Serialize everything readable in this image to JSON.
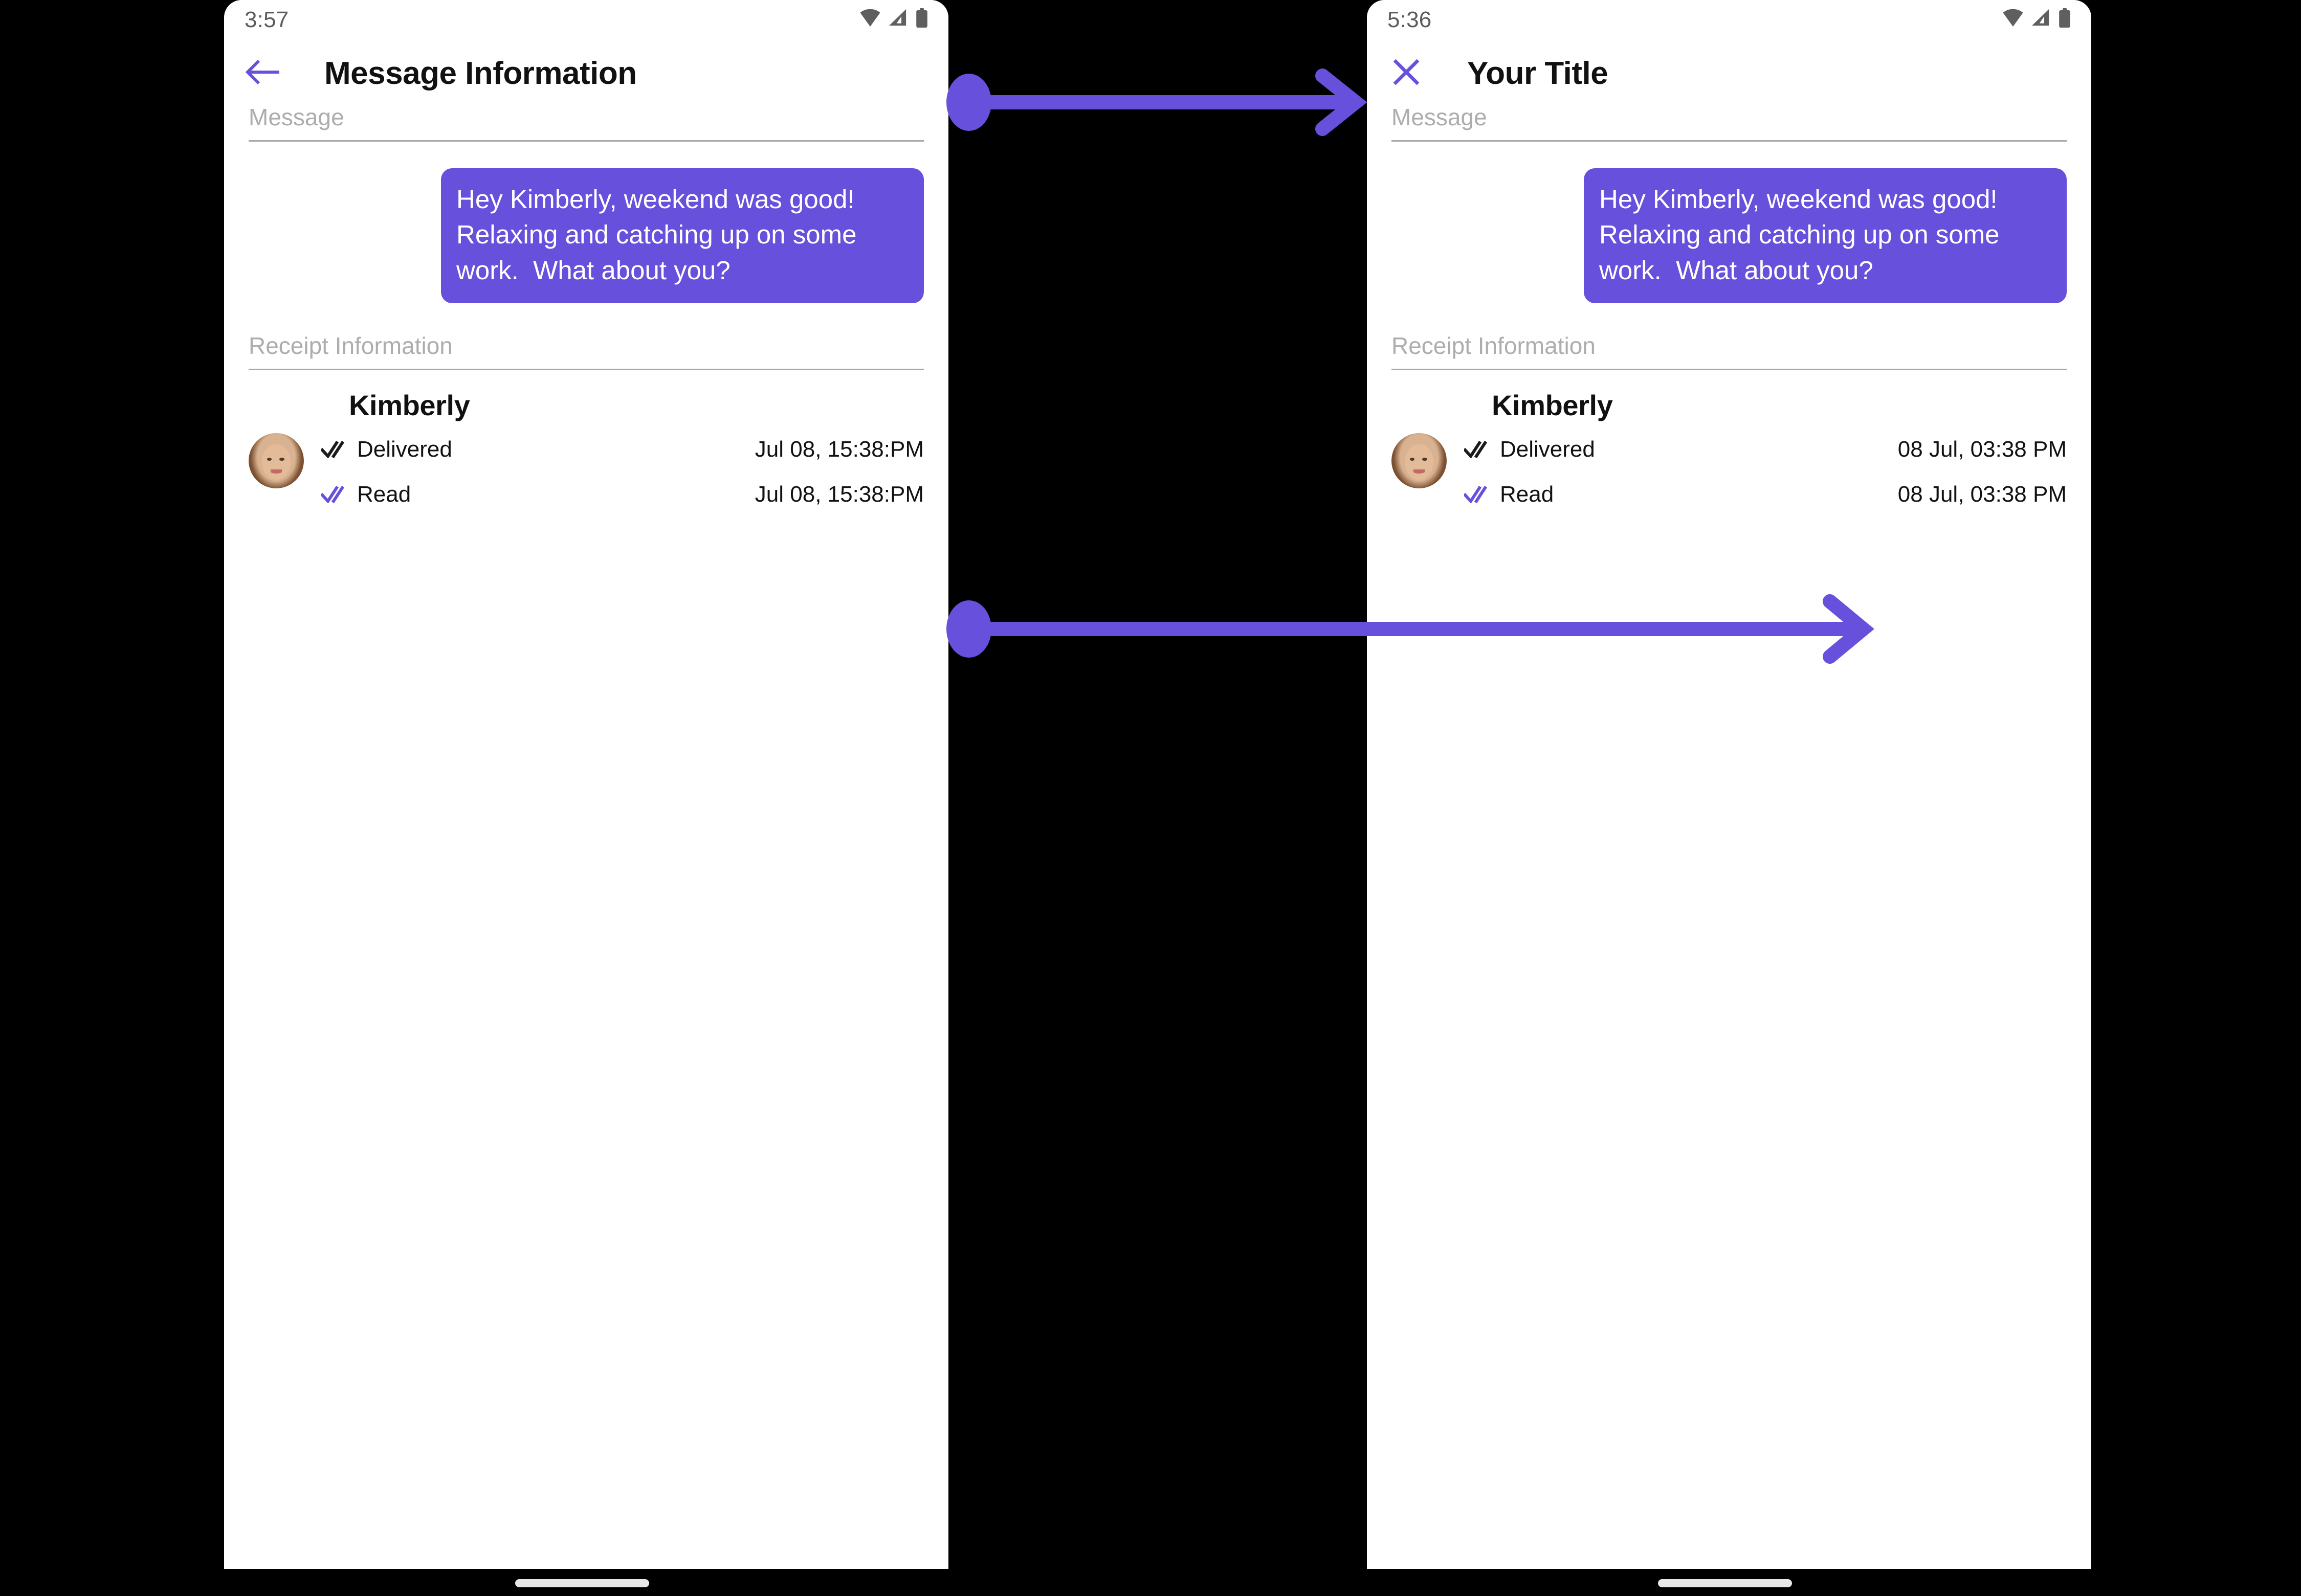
{
  "accent_color": "#6750DC",
  "phones": [
    {
      "id": "before",
      "status": {
        "time": "3:57",
        "wifi_icon": "wifi-icon",
        "signal_icon": "signal-icon",
        "battery_icon": "battery-icon"
      },
      "appbar": {
        "nav_icon": "back-arrow-icon",
        "title": "Message Information"
      },
      "sections": {
        "message_label": "Message",
        "receipt_label": "Receipt Information"
      },
      "bubble": {
        "text": "Hey Kimberly, weekend was good!  Relaxing and catching up on some work.  What about you?"
      },
      "receipt": {
        "name": "Kimberly",
        "avatar": "contact-avatar",
        "rows": [
          {
            "status": "Delivered",
            "time": "Jul 08, 15:38:PM",
            "check_icon": "double-check-icon",
            "check_color": "#1b1b1b"
          },
          {
            "status": "Read",
            "time": "Jul 08, 15:38:PM",
            "check_icon": "double-check-icon",
            "check_color": "#6750DC"
          }
        ]
      }
    },
    {
      "id": "after",
      "status": {
        "time": "5:36",
        "wifi_icon": "wifi-icon",
        "signal_icon": "signal-icon",
        "battery_icon": "battery-icon"
      },
      "appbar": {
        "nav_icon": "close-icon",
        "title": "Your Title"
      },
      "sections": {
        "message_label": "Message",
        "receipt_label": "Receipt Information"
      },
      "bubble": {
        "text": "Hey Kimberly, weekend was good!  Relaxing and catching up on some work.  What about you?"
      },
      "receipt": {
        "name": "Kimberly",
        "avatar": "contact-avatar",
        "rows": [
          {
            "status": "Delivered",
            "time": "08 Jul, 03:38 PM",
            "check_icon": "double-check-icon",
            "check_color": "#1b1b1b"
          },
          {
            "status": "Read",
            "time": "08 Jul, 03:38 PM",
            "check_icon": "double-check-icon",
            "check_color": "#6750DC"
          }
        ]
      }
    }
  ],
  "annotations": [
    {
      "name": "title-change-arrow",
      "color": "#6750DC"
    },
    {
      "name": "timestamp-format-change-arrow",
      "color": "#6750DC"
    }
  ]
}
